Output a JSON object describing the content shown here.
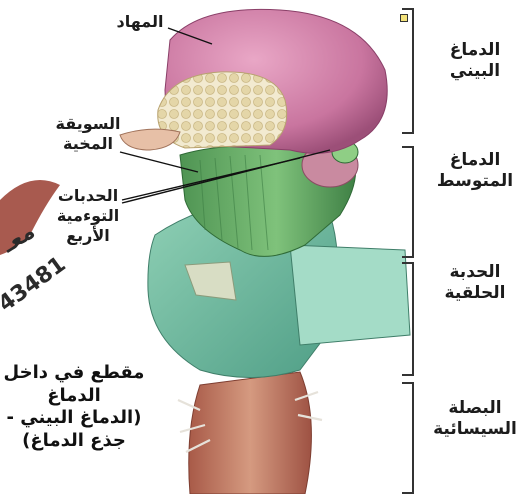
{
  "labels": {
    "thalamus": "المهاد",
    "pineal_stalk": "السويقة\nالمخية",
    "colliculi": "الحدبات\nالتوءمية\nالأربع",
    "diencephalon": "الدماغ\nالبيني",
    "midbrain": "الدماغ\nالمتوسط",
    "pons": "الحدبة\nالحلقية",
    "medulla": "البصلة\nالسيسائية"
  },
  "caption": "مقطع في داخل\nالدماغ\n(الدماغ البيني -\nجذع الدماغ)",
  "watermark": {
    "text_top": "معـ",
    "text_num": "43481"
  },
  "colors": {
    "thalamus": "#c9759f",
    "cortex_cut": "#efe6c6",
    "midbrain": "#6fae6a",
    "pons": "#7cc0a6",
    "medulla": "#c98a72",
    "bracket": "#333333"
  }
}
